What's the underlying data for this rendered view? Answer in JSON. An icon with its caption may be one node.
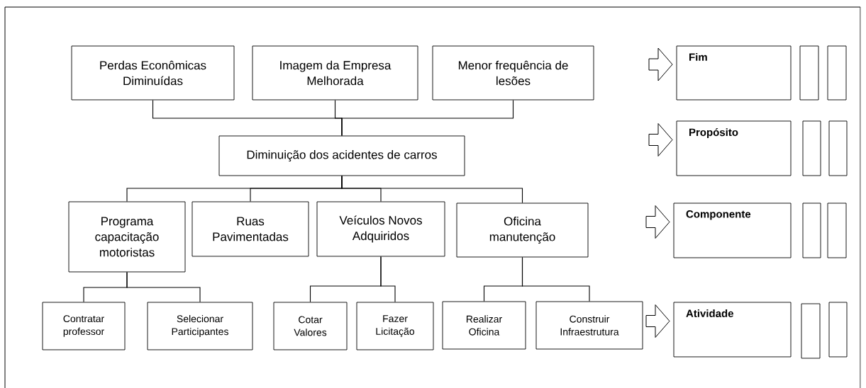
{
  "diagram": {
    "nodes": [
      {
        "text": [
          "Perdas Econômicas Diminuídas"
        ]
      },
      {
        "text": [
          "Imagem da Empresa Melhorada"
        ]
      },
      {
        "text": [
          "Menor frequência de lesões"
        ]
      },
      {
        "text": [
          "Diminuição dos acidentes de carros"
        ]
      },
      {
        "text": [
          "Programa capacitação motoristas"
        ]
      },
      {
        "text": [
          "Ruas Pavimentadas"
        ]
      },
      {
        "text": [
          "Veículos Novos Adquiridos"
        ]
      },
      {
        "text": [
          "Oficina manutenção"
        ]
      },
      {
        "text": [
          "Contratar professor"
        ]
      },
      {
        "text": [
          "Selecionar Participantes"
        ]
      },
      {
        "text": [
          "Cotar Valores"
        ]
      },
      {
        "text": [
          "Fazer Licitação"
        ]
      },
      {
        "text": [
          "Realizar Oficina"
        ]
      },
      {
        "text": [
          "Construir Infraestrutura"
        ]
      },
      {
        "text": [
          "Fim"
        ]
      },
      {
        "text": [],
        "shape": "box"
      },
      {
        "text": [],
        "shape": "box"
      },
      {
        "text": [
          "Propósito"
        ]
      },
      {
        "text": [],
        "shape": "box"
      },
      {
        "text": [],
        "shape": "box"
      },
      {
        "text": [
          "Componente"
        ]
      },
      {
        "text": [],
        "shape": "box"
      },
      {
        "text": [],
        "shape": "box"
      },
      {
        "text": [
          "Atividade"
        ]
      },
      {
        "text": [],
        "shape": "box"
      },
      {
        "text": [],
        "shape": "box"
      }
    ],
    "edges": [
      {
        "from": 0,
        "to": 3,
        "arrow": "none"
      },
      {
        "from": 1,
        "to": 3,
        "arrow": "none"
      },
      {
        "from": 2,
        "to": 3,
        "arrow": "none"
      },
      {
        "from": 3,
        "to": 4,
        "arrow": "none"
      },
      {
        "from": 3,
        "to": 5,
        "arrow": "none"
      },
      {
        "from": 3,
        "to": 6,
        "arrow": "none"
      },
      {
        "from": 3,
        "to": 7,
        "arrow": "none"
      },
      {
        "from": 4,
        "to": 8,
        "arrow": "none"
      },
      {
        "from": 4,
        "to": 9,
        "arrow": "none"
      },
      {
        "from": 6,
        "to": 10,
        "arrow": "none"
      },
      {
        "from": 6,
        "to": 11,
        "arrow": "none"
      },
      {
        "from": 7,
        "to": 12,
        "arrow": "none"
      },
      {
        "from": 7,
        "to": 13,
        "arrow": "none"
      },
      {
        "from": null,
        "to": 14,
        "arrow": "to"
      },
      {
        "from": null,
        "to": 17,
        "arrow": "to"
      },
      {
        "from": null,
        "to": 20,
        "arrow": "to"
      },
      {
        "from": null,
        "to": 23,
        "arrow": "to"
      }
    ]
  }
}
